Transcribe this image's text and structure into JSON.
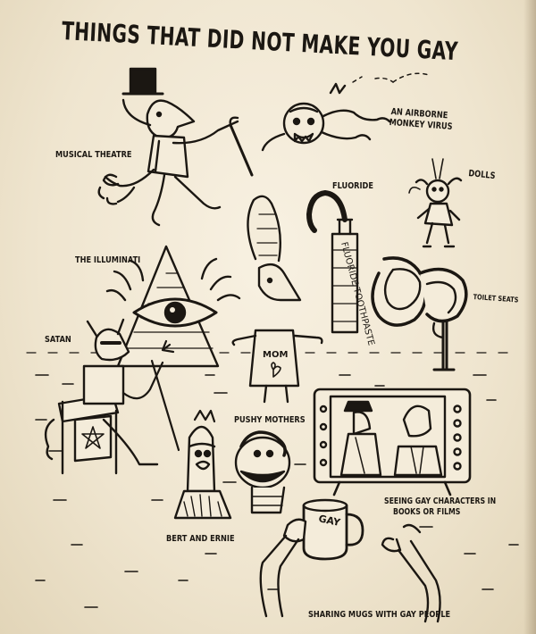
{
  "page": {
    "title": "THINGS THAT DID NOT MAKE YOU GAY"
  },
  "labels": {
    "musical_theatre": "MUSICAL THEATRE",
    "monkey_virus_line1": "AN AIRBORNE",
    "monkey_virus_line2": "MONKEY VIRUS",
    "fluoride": "FLUORIDE",
    "dolls": "DOLLS",
    "illuminati": "THE ILLUMINATI",
    "toilet_seats": "TOILET SEATS",
    "satan": "SATAN",
    "pushy_mothers": "PUSHY MOTHERS",
    "bert_and_ernie": "BERT AND ERNIE",
    "gay_characters_line1": "SEEING GAY CHARACTERS IN",
    "gay_characters_line2": "BOOKS OR FILMS",
    "sharing_mugs": "SHARING MUGS WITH GAY PEOPLE"
  },
  "art_text": {
    "mom_shirt": "MOM",
    "toothpaste_tube": "FLUORIDE TOOTHPASTE",
    "mug_word": "GAY"
  },
  "colors": {
    "paper": "#f4ecda",
    "ink": "#1b1712"
  }
}
